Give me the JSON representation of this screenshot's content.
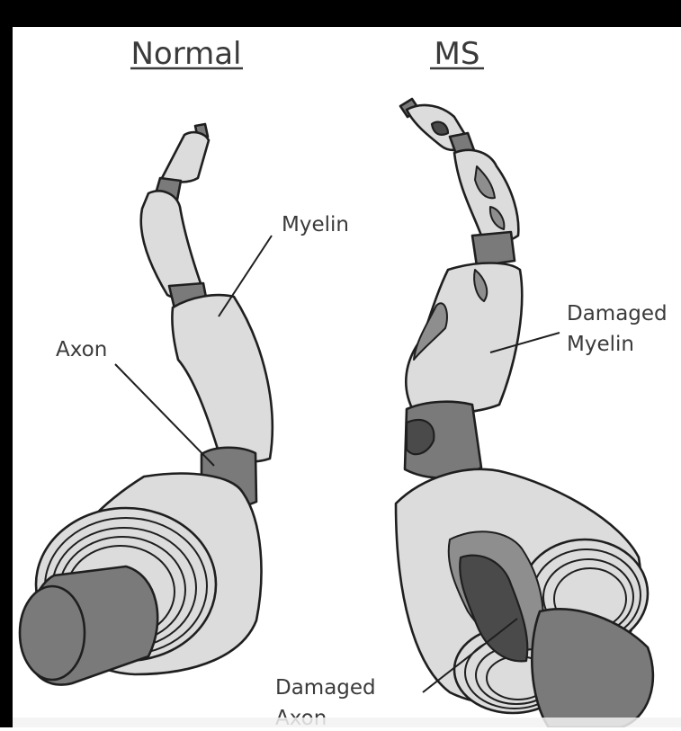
{
  "panels": {
    "normal": {
      "title": "Normal",
      "labels": {
        "myelin": "Myelin",
        "axon": "Axon"
      }
    },
    "ms": {
      "title": "MS",
      "labels": {
        "damaged_myelin_line1": "Damaged",
        "damaged_myelin_line2": "Myelin",
        "damaged_axon_line1": "Damaged",
        "damaged_axon_line2": "Axon"
      }
    }
  },
  "colors": {
    "frame": "#000000",
    "myelin_fill": "#dcdcdc",
    "axon_fill": "#7a7a7a",
    "damage_fill": "#4a4a4a"
  }
}
